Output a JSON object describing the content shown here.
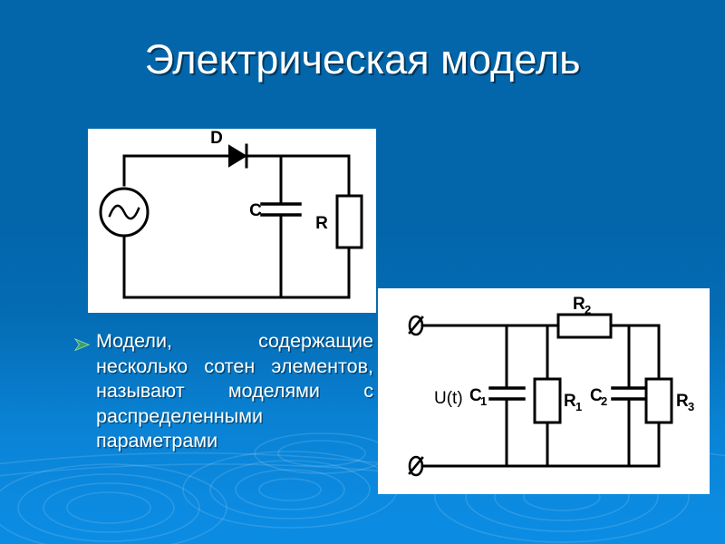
{
  "slide": {
    "title": "Электрическая модель",
    "background_top_color": "#0366ab",
    "background_bottom_color": "#0b8ce3",
    "title_color": "#ffffff"
  },
  "bullet": {
    "marker": "arrow-bullet",
    "marker_color": "#2f9c63",
    "text": "Модели, содержащие несколько сотен элементов, называют моделями с распределенными параметрами"
  },
  "figure_1": {
    "caption": "rectifier-circuit",
    "background": "#ffffff",
    "line_color": "#000000",
    "components": [
      {
        "ref": "source",
        "symbol": "ac-source",
        "label": ""
      },
      {
        "ref": "D",
        "symbol": "diode",
        "label": "D"
      },
      {
        "ref": "C",
        "symbol": "capacitor",
        "label": "C"
      },
      {
        "ref": "R",
        "symbol": "resistor",
        "label": "R"
      }
    ]
  },
  "figure_2": {
    "caption": "distributed-parameter-ladder-circuit",
    "background": "#ffffff",
    "line_color": "#000000",
    "source_label": "U(t)",
    "terminal_symbol": "slashed-circle-terminal",
    "terminal_count": 2,
    "components": [
      {
        "ref": "C1",
        "symbol": "capacitor",
        "label": "C",
        "subscript": "1"
      },
      {
        "ref": "R1",
        "symbol": "resistor",
        "label": "R",
        "subscript": "1"
      },
      {
        "ref": "R2",
        "symbol": "resistor-horizontal",
        "label": "R",
        "subscript": "2"
      },
      {
        "ref": "C2",
        "symbol": "capacitor",
        "label": "C",
        "subscript": "2"
      },
      {
        "ref": "R3",
        "symbol": "resistor",
        "label": "R",
        "subscript": "3"
      }
    ]
  }
}
